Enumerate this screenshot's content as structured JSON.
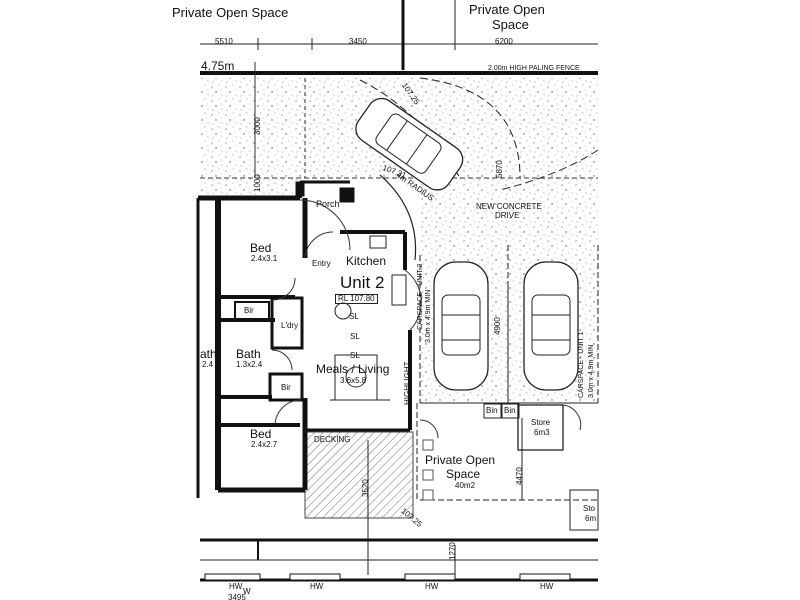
{
  "top": {
    "private_open_space_left": "Private Open Space",
    "dim_5510": "5510",
    "dim_3450": "3450",
    "private_open_space_right_l1": "Private Open",
    "private_open_space_right_l2": "Space",
    "dim_6200": "6200",
    "dim_475": "4.75m",
    "fence": "2.00m HIGH PALING FENCE",
    "dim_3000": "3000",
    "dim_1000": "1000"
  },
  "unit": {
    "porch": "Porch",
    "bed1": "Bed",
    "bed1_size": "2.4x3.1",
    "entry": "Entry",
    "kitchen": "Kitchen",
    "unit_name": "Unit 2",
    "rl": "RL 107.80",
    "bir1": "Bir",
    "laundry": "L'dry",
    "bath": "Bath",
    "bath_size": "1.3x2.4",
    "bath_left": "ath",
    "bath_left_size": "2.4",
    "meals": "Meals / Living",
    "meals_size": "3.6x5.8",
    "bir2": "Bir",
    "bed2": "Bed",
    "bed2_size": "2.4x2.7",
    "decking": "DECKING",
    "sl1": "SL",
    "sl2": "SL",
    "sl3": "SL",
    "highlight": "HIGHLIGHT"
  },
  "site": {
    "car_rl": "107.25",
    "radius_1": "107.31",
    "radius_2": "4m RADIUS",
    "drive_l1": "NEW CONCRETE",
    "drive_l2": "DRIVE",
    "dim_5870": "5870",
    "carspace2_l1": "CARSPACE - UNIT 2",
    "carspace2_l2": "3.0m x 4.9m MIN",
    "dim_4900": "4900",
    "carspace1_l1": "CARSPACE - UNIT 1",
    "carspace1_l2": "3.0m x 4.9m MIN",
    "bin1": "Bin",
    "bin2": "Bin",
    "store": "Store",
    "store_size": "6m3",
    "pos_l1": "Private Open",
    "pos_l2": "Space",
    "pos_area": "40m2",
    "dim_4470": "4470",
    "dim_3520": "3520",
    "rl_bottom": "107.25",
    "store_right": "Sto",
    "store_right_size": "6m",
    "dim_1270": "1270",
    "hw1": "HW",
    "hw2": "HW",
    "hw3": "HW",
    "hw4": "HW",
    "w": "W",
    "dim_bottom": "3495"
  }
}
